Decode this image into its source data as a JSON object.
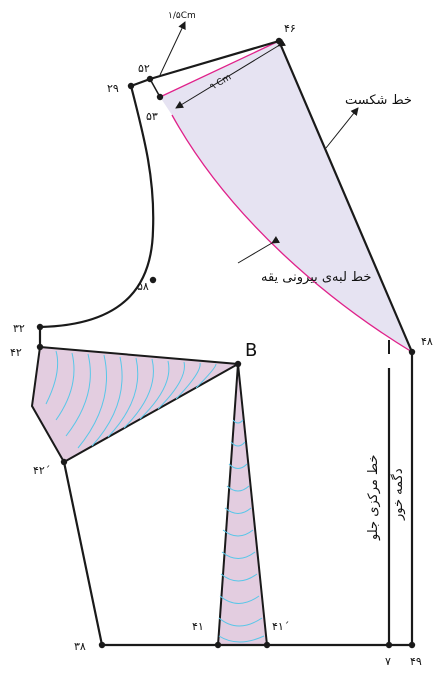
{
  "colors": {
    "outline": "#1a1a1a",
    "collar_fill": "#e6e3f2",
    "collar_edge": "#e0218a",
    "dart_fill": "#e3cde0",
    "dart_curve": "#58c6e8"
  },
  "points": {
    "p46": "۴۶",
    "p52": "۵۲",
    "p29": "۲۹",
    "p53": "۵۳",
    "p58": "۵۸",
    "p32": "۳۲",
    "p42": "۴۲",
    "p42p": "۴۲´",
    "p48": "۴۸",
    "pB": "B",
    "p41": "۴۱",
    "p41p": "۴۱´",
    "p38": "۳۸",
    "p7": "۷",
    "p49": "۴۹"
  },
  "labels": {
    "break_line": "خط شکست",
    "outer_collar_edge": "خط لبه‌ی بیرونی یقه",
    "center_front": "خط مرکزی جلو",
    "button_line": "دگمه خور",
    "measure_9cm": "۹ Cm",
    "measure_15cm": "۱/۵Cm"
  }
}
